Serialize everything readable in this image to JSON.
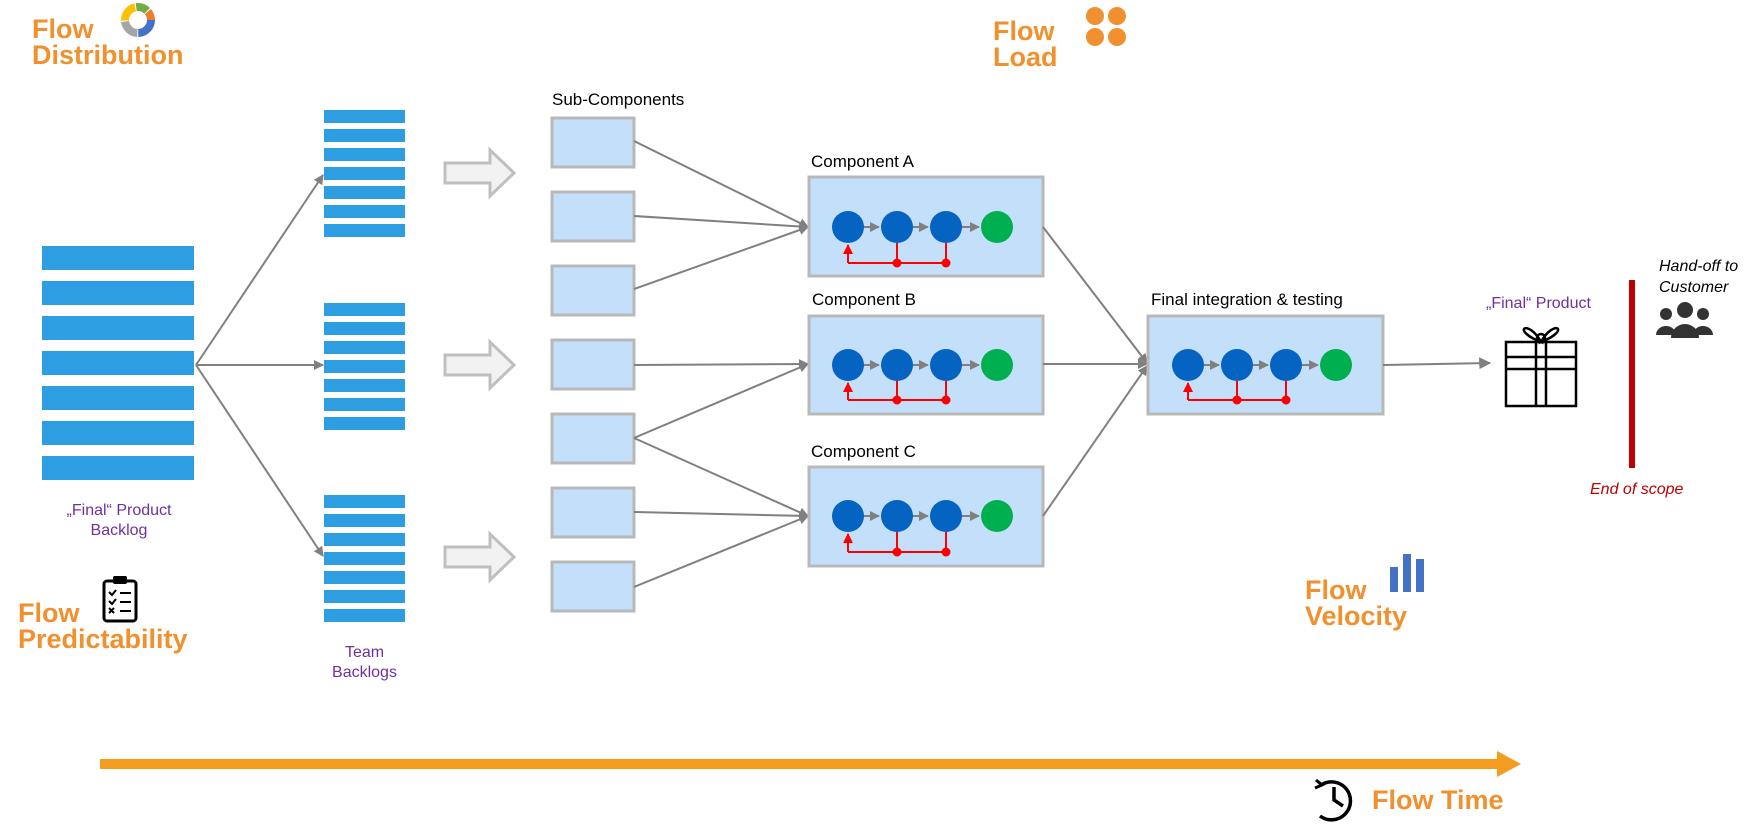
{
  "metrics": {
    "distribution": [
      "Flow",
      "Distribution"
    ],
    "load": [
      "Flow",
      "Load"
    ],
    "predictability": [
      "Flow",
      "Predictability"
    ],
    "velocity": [
      "Flow",
      "Velocity"
    ],
    "time": "Flow Time"
  },
  "labels": {
    "product_backlog": [
      "„Final“ Product",
      "Backlog"
    ],
    "team_backlogs": [
      "Team",
      "Backlogs"
    ],
    "sub_components": "Sub-Components",
    "component_a": "Component A",
    "component_b": "Component B",
    "component_c": "Component C",
    "final_integration": "Final integration & testing",
    "final_product": "„Final“ Product",
    "handoff": [
      "Hand-off to",
      "Customer"
    ],
    "end_of_scope": "End of scope"
  },
  "colors": {
    "flow_metric": "#f0902e",
    "backlog_bar": "#2e9ee2",
    "light_box": "#c3dffa",
    "box_border": "#b8b8b8",
    "node_blue": "#0563c1",
    "node_green": "#00b050",
    "rework": "#ff0000",
    "label_purple": "#7030a0",
    "end_scope": "#c00000",
    "velocity_icon": "#4472c4"
  },
  "icons": [
    "donut-chart-icon",
    "four-dots-icon",
    "clipboard-checklist-icon",
    "bar-chart-icon",
    "clock-icon",
    "gift-icon",
    "people-icon"
  ]
}
